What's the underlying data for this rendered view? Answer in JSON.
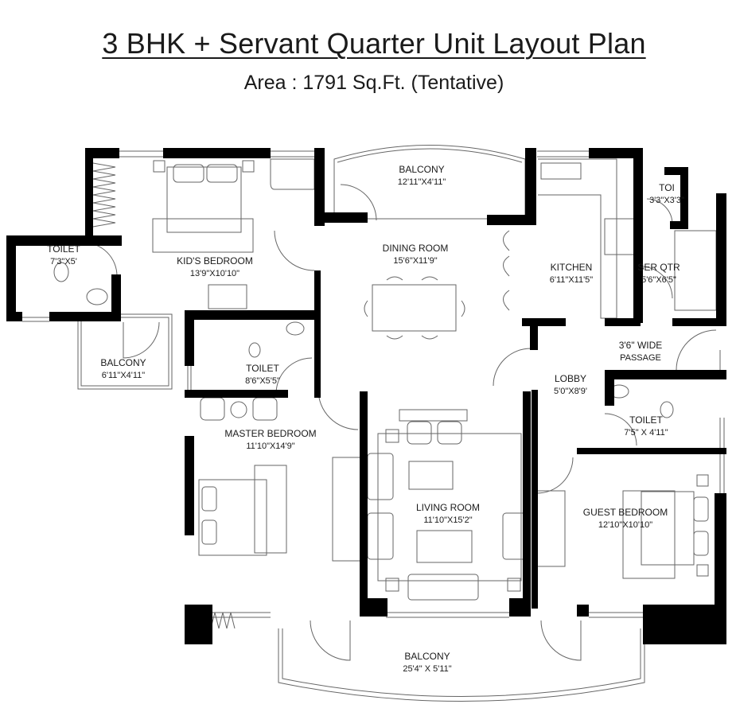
{
  "header": {
    "title": "3 BHK + Servant Quarter Unit Layout Plan",
    "subtitle": "Area : 1791 Sq.Ft. (Tentative)"
  },
  "rooms": {
    "kids_bedroom": {
      "name": "KID'S BEDROOM",
      "dim": "13'9\"X10'10\""
    },
    "toilet_kids": {
      "name": "TOILET",
      "dim": "7'3\"X5'"
    },
    "balcony_kids": {
      "name": "BALCONY",
      "dim": "6'11\"X4'11\""
    },
    "balcony_dining": {
      "name": "BALCONY",
      "dim": "12'11\"X4'11\""
    },
    "dining_room": {
      "name": "DINING ROOM",
      "dim": "15'6\"X11'9\""
    },
    "kitchen": {
      "name": "KITCHEN",
      "dim": "6'11\"X11'5\""
    },
    "ser_toilet": {
      "name": "TOI",
      "dim": "3'3\"X3'3\""
    },
    "ser_qtr": {
      "name": "SER QTR",
      "dim": "5'6\"X6'5\""
    },
    "passage": {
      "name": "3'6\" WIDE",
      "dim": "PASSAGE"
    },
    "lobby": {
      "name": "LOBBY",
      "dim": "5'0\"X8'9'"
    },
    "toilet_master": {
      "name": "TOILET",
      "dim": "8'6\"X5'5\""
    },
    "master_bedroom": {
      "name": "MASTER BEDROOM",
      "dim": "11'10\"X14'9\""
    },
    "living_room": {
      "name": "LIVING ROOM",
      "dim": "11'10\"X15'2\""
    },
    "toilet_guest": {
      "name": "TOILET",
      "dim": "7'5\" X 4'11\""
    },
    "guest_bedroom": {
      "name": "GUEST BEDROOM",
      "dim": "12'10\"X10'10\""
    },
    "balcony_main": {
      "name": "BALCONY",
      "dim": "25'4\" X 5'11\""
    }
  },
  "colors": {
    "wall": "#000000",
    "line": "#555555",
    "text": "#1a1a1a",
    "background": "#ffffff"
  }
}
